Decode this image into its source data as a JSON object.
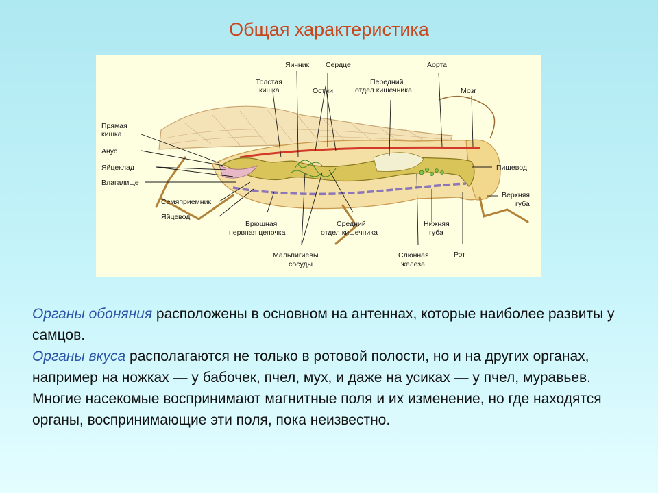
{
  "title": "Общая характеристика",
  "diagram": {
    "labels": {
      "rectum": "Прямая",
      "rectum_2": "кишка",
      "anus": "Анус",
      "ovipositor": "Яйцеклад",
      "vagina": "Влагалище",
      "spermatheca": "Семяприемник",
      "oviduct": "Яйцевод",
      "colon": "Толстая",
      "colon_2": "кишка",
      "ovary": "Яичник",
      "heart": "Сердце",
      "ostia": "Остии",
      "foregut": "Передний",
      "foregut_2": "отдел кишечника",
      "aorta": "Аорта",
      "brain": "Мозг",
      "esophagus": "Пищевод",
      "upper_lip": "Верхняя",
      "upper_lip_2": "губа",
      "nerve_cord": "Брюшная",
      "nerve_cord_2": "нервная цепочка",
      "midgut": "Средний",
      "midgut_2": "отдел кишечника",
      "lower_lip": "Нижняя",
      "lower_lip_2": "губа",
      "mouth": "Рот",
      "malpighian": "Мальпигиевы",
      "malpighian_2": "сосуды",
      "salivary": "Слюнная",
      "salivary_2": "железа"
    }
  },
  "body": {
    "p1_term": "Органы обоняния",
    "p1_text": " расположены в основном на антеннах, которые наиболее развиты у самцов.",
    "p2_term": "Органы вкуса",
    "p2_text": " располагаются не только в ротовой полости, но и на других органах, например на ножках — у бабочек, пчел, мух, и даже на усиках — у пчел, муравьев.",
    "p3_text": "Многие насекомые воспринимают магнитные поля и их изменение, но где находятся органы, воспринимающие эти поля, пока неизвестно."
  },
  "colors": {
    "title": "#c8471c",
    "term": "#2b53a6",
    "figure_bg": "#fefee0"
  }
}
